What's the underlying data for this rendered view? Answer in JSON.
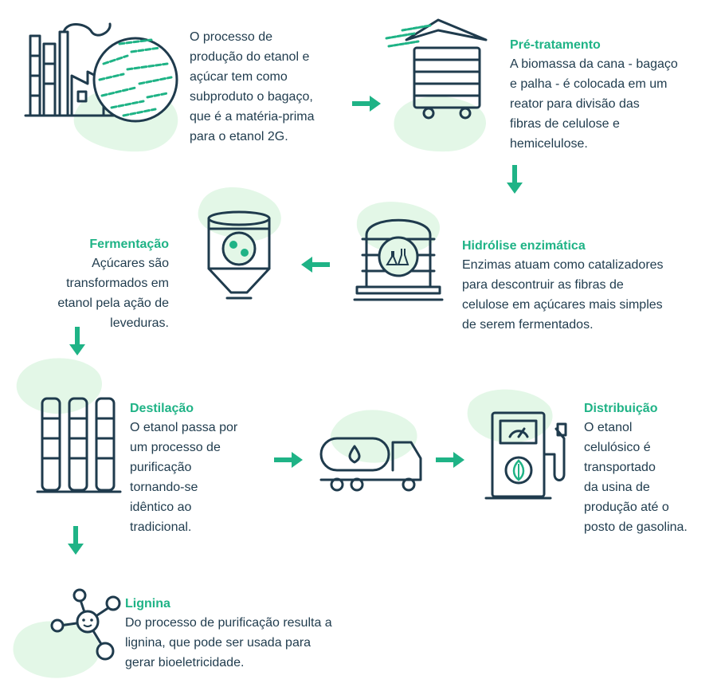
{
  "colors": {
    "accent": "#1fb386",
    "ink": "#1f3b4d",
    "blob": "#e3f7e7"
  },
  "intro": {
    "lines": [
      "O processo de",
      "produção do etanol e",
      "açúcar tem como",
      "subproduto o bagaço,",
      "que é a matéria-prima",
      "para o etanol 2G."
    ],
    "icon": "factory-icon"
  },
  "pretratamento": {
    "title": "Pré-tratamento",
    "lines": [
      "A biomassa da cana - bagaço",
      "e palha - é colocada em um",
      "reator para divisão das",
      "fibras de celulose e",
      "hemicelulose."
    ],
    "icon": "reactor-icon"
  },
  "hidrolise": {
    "title": "Hidrólise enzimática",
    "lines": [
      "Enzimas atuam como catalizadores",
      "para descontruir as fibras de",
      "celulose em açúcares mais simples",
      "de serem fermentados."
    ],
    "icon": "tank-icon"
  },
  "fermentacao": {
    "title": "Fermentação",
    "lines": [
      "Açúcares são",
      "transformados em",
      "etanol pela ação de",
      "leveduras."
    ],
    "icon": "silo-icon"
  },
  "destilacao": {
    "title": "Destilação",
    "lines": [
      "O etanol passa por",
      "um processo de",
      "purificação",
      "tornando-se",
      "idêntico ao",
      "tradicional."
    ],
    "icon": "columns-icon"
  },
  "transporte": {
    "icon": "tanker-truck-icon"
  },
  "distribuicao": {
    "title": "Distribuição",
    "lines": [
      "O etanol",
      "celulósico é",
      "transportado",
      "da usina de",
      "produção até o",
      "posto de gasolina."
    ],
    "icon": "fuel-pump-icon"
  },
  "lignina": {
    "title": "Lignina",
    "lines": [
      "Do processo de purificação resulta a",
      "lignina, que pode ser usada para",
      "gerar bioeletricidade."
    ],
    "icon": "molecule-icon"
  }
}
